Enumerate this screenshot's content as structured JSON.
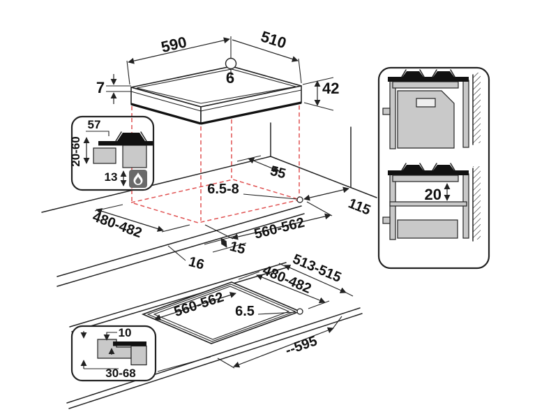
{
  "title": "Built-in gas hob installation drawing",
  "colors": {
    "line": "#222222",
    "red_dashed": "#e05252",
    "fill_gray": "#c9c9c9",
    "fill_dark": "#111111",
    "icon_bg": "#6a6a6a"
  },
  "hob": {
    "width": "590",
    "depth": "510",
    "corner": "6",
    "rim": "7",
    "height": "42"
  },
  "burner_detail": {
    "cap_width": "57",
    "clearance_range": "20-60",
    "connector": "13",
    "icon": "gas-flame"
  },
  "top_cutout": {
    "rear_clearance": "55",
    "screw_hole": "6.5-8",
    "depth": "480-482",
    "front_clearance": "15",
    "front_edge": "16",
    "width": "560-562",
    "side_clearance": "115"
  },
  "side_view": {
    "shelf_clearance": "20"
  },
  "flush_cutout": {
    "outer_depth": "513-515",
    "depth": "480-482",
    "width": "560-562",
    "screw_hole": "6.5",
    "min_width": "--595"
  },
  "edge_detail": {
    "rebate": "10",
    "worktop_thickness": "30-68"
  }
}
